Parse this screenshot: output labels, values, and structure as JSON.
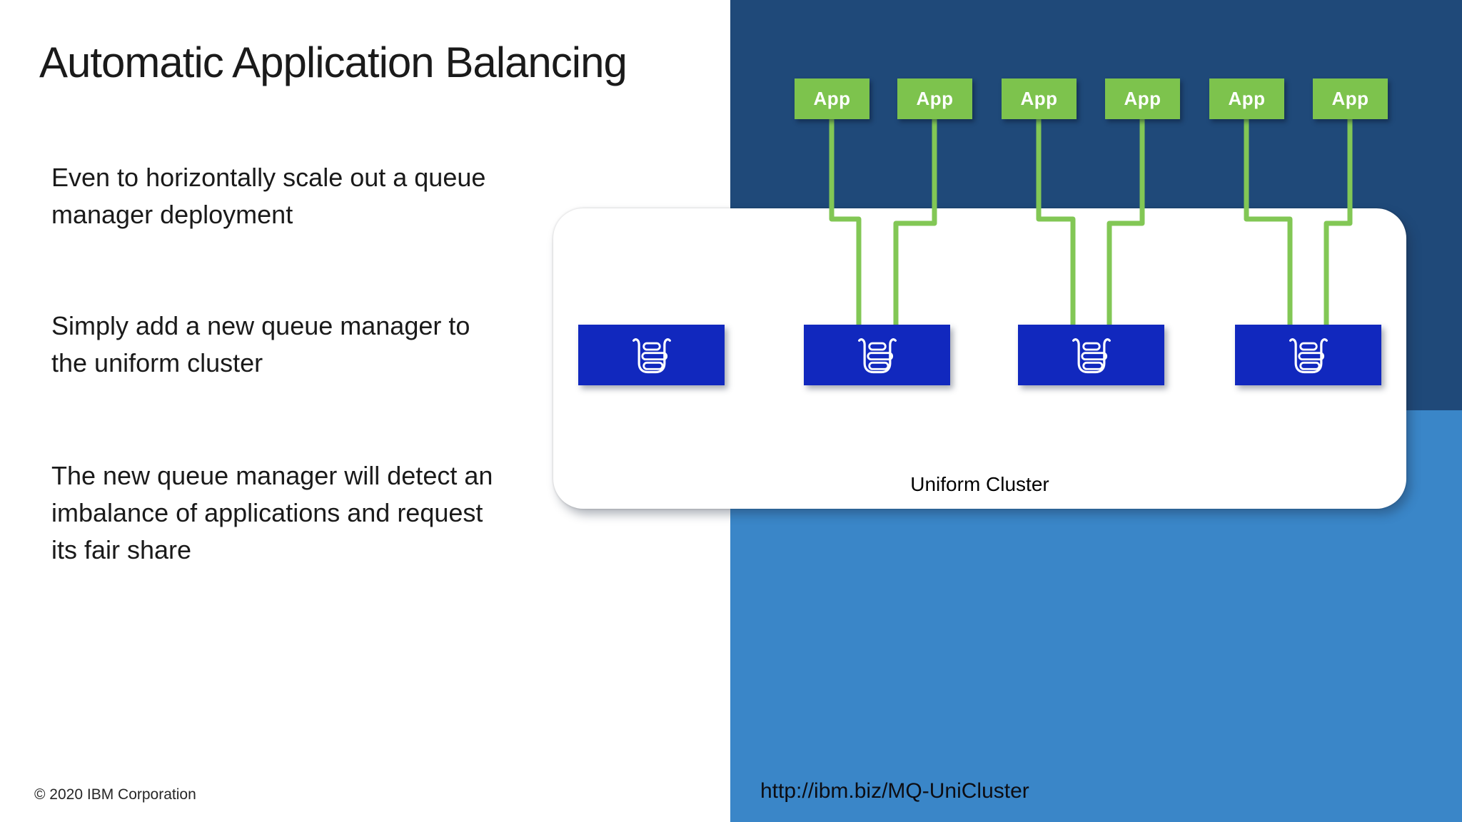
{
  "slide": {
    "title": "Automatic Application Balancing",
    "bullets": [
      {
        "text": "Even to horizontally scale out a queue\nmanager deployment"
      },
      {
        "text": "Simply add a new queue manager to\nthe uniform cluster"
      },
      {
        "text": "The new queue manager will detect an\nimbalance of applications and request\nits fair share"
      }
    ],
    "footer": {
      "copyright": "© 2020 IBM Corporation",
      "link": "http://ibm.biz/MQ-UniCluster"
    }
  },
  "diagram": {
    "cluster_label": "Uniform Cluster",
    "app_boxes": [
      {
        "label": "App"
      },
      {
        "label": "App"
      },
      {
        "label": "App"
      },
      {
        "label": "App"
      },
      {
        "label": "App"
      },
      {
        "label": "App"
      }
    ],
    "queue_managers": [
      {
        "icon": "queue-icon"
      },
      {
        "icon": "queue-icon"
      },
      {
        "icon": "queue-icon"
      },
      {
        "icon": "queue-icon"
      }
    ]
  },
  "colors": {
    "dark_navy_panel": "#1F4979",
    "light_blue_panel": "#3A86C8",
    "app_green": "#7DC34D",
    "connector_green": "#82C755",
    "queue_manager_blue": "#1128BE",
    "card_white": "#FFFFFF"
  }
}
